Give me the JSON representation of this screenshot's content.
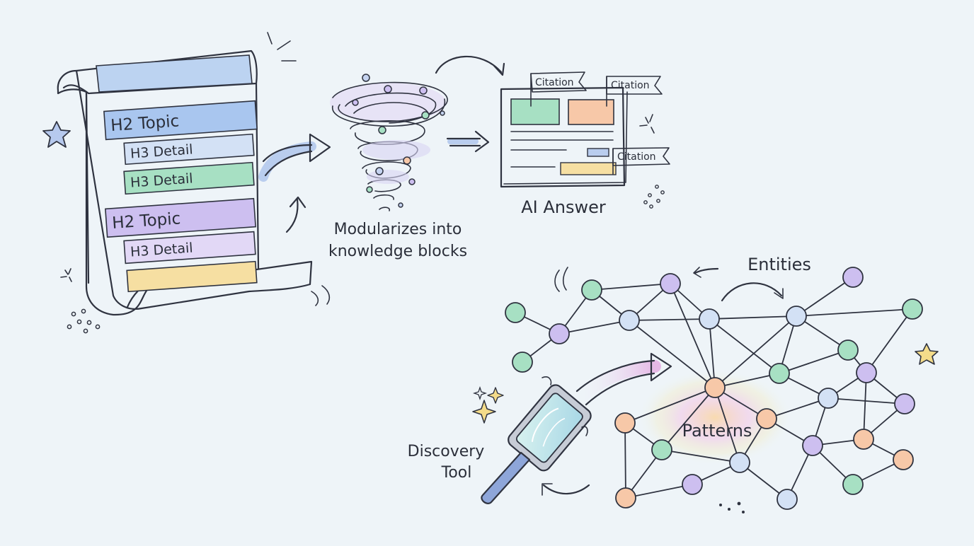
{
  "colors": {
    "background": "#eef4f8",
    "blue": "#a9c6ef",
    "light_blue": "#d3e1f5",
    "green": "#a7e0c3",
    "purple": "#cdbff0",
    "light_purple": "#e2d8f6",
    "yellow": "#f6dfa2",
    "orange": "#f7c8a8",
    "ink": "#2f3340"
  },
  "document": {
    "items": [
      {
        "label": "H2 Topic",
        "level": "h2",
        "color": "#a9c6ef"
      },
      {
        "label": "H3 Detail",
        "level": "h3",
        "color": "#d3e1f5"
      },
      {
        "label": "H3 Detail",
        "level": "h3",
        "color": "#a7e0c3"
      },
      {
        "label": "H2 Topic",
        "level": "h2",
        "color": "#cdbff0"
      },
      {
        "label": "H3 Detail",
        "level": "h3",
        "color": "#e2d8f6"
      },
      {
        "label": "",
        "level": "h3",
        "color": "#f6dfa2"
      }
    ]
  },
  "tornado": {
    "caption_line1": "Modularizes into",
    "caption_line2": "knowledge blocks"
  },
  "answer": {
    "label": "AI Answer",
    "citations": [
      "Citation",
      "Citation",
      "Citation"
    ]
  },
  "network": {
    "entities_label": "Entities",
    "patterns_label": "Patterns",
    "discovery_line1": "Discovery",
    "discovery_line2": "Tool"
  }
}
